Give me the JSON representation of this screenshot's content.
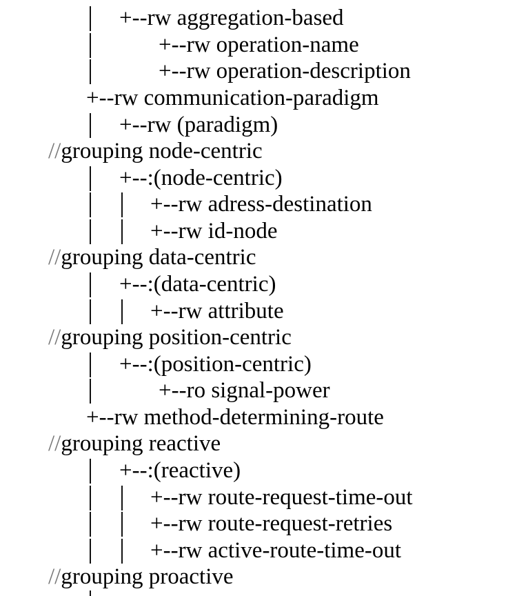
{
  "tree": {
    "lines": [
      "+--rw aggregation-based",
      "+--rw operation-name",
      "+--rw operation-description",
      "+--rw communication-paradigm",
      "+--rw (paradigm)",
      "grouping node-centric",
      "+--:(node-centric)",
      "+--rw adress-destination",
      "+--rw id-node",
      "grouping data-centric",
      "+--:(data-centric)",
      "+--rw attribute",
      "grouping position-centric",
      "+--:(position-centric)",
      "+--ro signal-power",
      "+--rw method-determining-route",
      "grouping reactive",
      "+--:(reactive)",
      "+--rw route-request-time-out",
      "+--rw route-request-retries",
      "+--rw active-route-time-out",
      "grouping proactive"
    ],
    "comment_prefix": "//"
  }
}
